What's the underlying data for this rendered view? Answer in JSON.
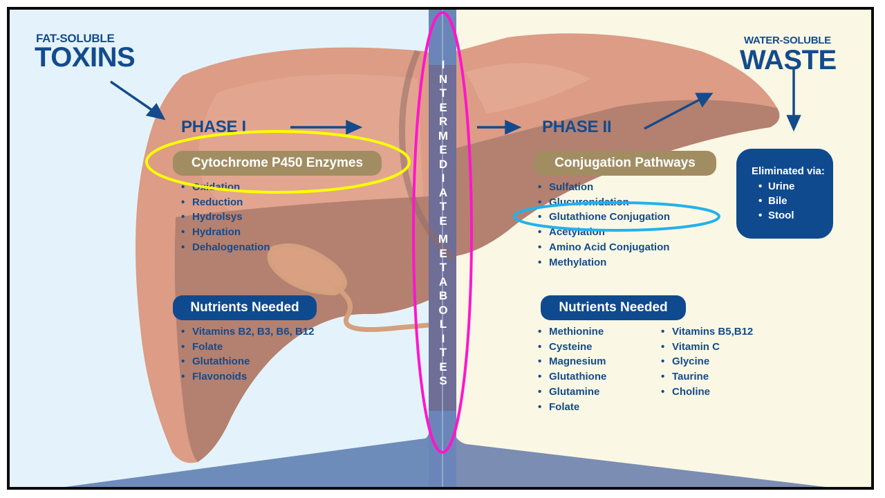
{
  "diagram": {
    "left_heading": {
      "small": "FAT-SOLUBLE",
      "big": "TOXINS"
    },
    "right_heading": {
      "small": "WATER-SOLUBLE",
      "big": "WASTE"
    },
    "center_label": "INTERMEDIATE METABOLITES",
    "center_label_letters": [
      "I",
      "N",
      "T",
      "E",
      "R",
      "M",
      "E",
      "D",
      "I",
      "A",
      "T",
      "E",
      "",
      "M",
      "E",
      "T",
      "A",
      "B",
      "O",
      "L",
      "I",
      "T",
      "E",
      "S"
    ],
    "phase1": {
      "title": "PHASE I",
      "pill": "Cytochrome P450 Enzymes",
      "reactions": [
        "Oxidation",
        "Reduction",
        "Hydrolsys",
        "Hydration",
        "Dehalogenation"
      ],
      "nutrients_title": "Nutrients Needed",
      "nutrients": [
        "Vitamins B2, B3, B6, B12",
        "Folate",
        "Glutathione",
        "Flavonoids"
      ]
    },
    "phase2": {
      "title": "PHASE II",
      "pill": "Conjugation Pathways",
      "pathways": [
        "Sulfation",
        "Glucuronidation",
        "Glutathione Conjugation",
        "Acetylation",
        "Amino Acid Conjugation",
        "Methylation"
      ],
      "nutrients_title": "Nutrients Needed",
      "nutrients_col1": [
        "Methionine",
        "Cysteine",
        "Magnesium",
        "Glutathione",
        "Glutamine",
        "Folate"
      ],
      "nutrients_col2": [
        "Vitamins B5,B12",
        "Vitamin C",
        "Glycine",
        "Taurine",
        "Choline"
      ]
    },
    "elimination": {
      "title": "Eliminated via:",
      "routes": [
        "Urine",
        "Bile",
        "Stool"
      ]
    },
    "highlights": {
      "yellow": "Cytochrome P450 Enzymes",
      "magenta": "INTERMEDIATE METABOLITES",
      "cyan": "Glutathione Conjugation"
    },
    "colors": {
      "navy_text": "#144b8c",
      "tan_pill": "#a28d62",
      "navy_pill": "#0f4a8f",
      "liver_light": "#dc9c85",
      "liver_dark": "#b48070",
      "left_bg": "#e4f3fb",
      "right_bg": "#faf8e4",
      "highlight_yellow": "#ffff00",
      "highlight_magenta": "#ff16cc",
      "highlight_cyan": "#20b2ec"
    }
  }
}
